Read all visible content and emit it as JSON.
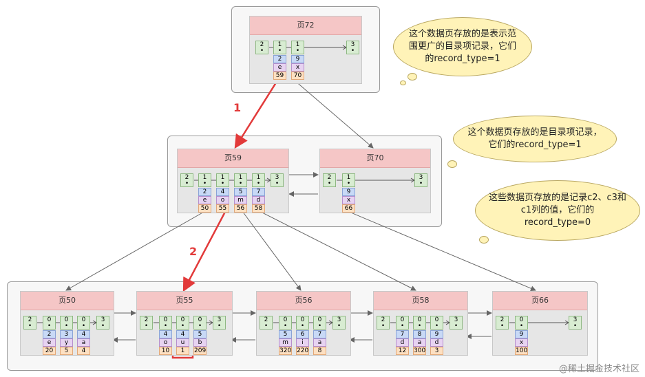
{
  "pages": {
    "p72": {
      "title": "页72",
      "row1": [
        "2",
        "1",
        "1",
        "3"
      ],
      "row2": [
        "2",
        "9"
      ],
      "row3": [
        "e",
        "x"
      ],
      "row4": [
        "59",
        "70"
      ]
    },
    "p59": {
      "title": "页59",
      "row1": [
        "2",
        "1",
        "1",
        "1",
        "1",
        "3"
      ],
      "row2": [
        "2",
        "4",
        "5",
        "7"
      ],
      "row3": [
        "e",
        "o",
        "m",
        "d"
      ],
      "row4": [
        "50",
        "55",
        "56",
        "58"
      ]
    },
    "p70": {
      "title": "页70",
      "row1": [
        "2",
        "1",
        "3"
      ],
      "row2": [
        "9"
      ],
      "row3": [
        "x"
      ],
      "row4": [
        "66"
      ]
    },
    "p50": {
      "title": "页50",
      "row1": [
        "2",
        "0",
        "0",
        "0",
        "3"
      ],
      "row2": [
        "2",
        "3",
        "4"
      ],
      "row3": [
        "e",
        "y",
        "a"
      ],
      "row4": [
        "20",
        "5",
        "4"
      ]
    },
    "p55": {
      "title": "页55",
      "row1": [
        "2",
        "0",
        "0",
        "0",
        "3"
      ],
      "row2": [
        "4",
        "4",
        "5"
      ],
      "row3": [
        "o",
        "u",
        "b"
      ],
      "row4": [
        "10",
        "1",
        "209"
      ]
    },
    "p56": {
      "title": "页56",
      "row1": [
        "2",
        "0",
        "0",
        "0",
        "3"
      ],
      "row2": [
        "5",
        "6",
        "7"
      ],
      "row3": [
        "m",
        "i",
        "a"
      ],
      "row4": [
        "320",
        "220",
        "8"
      ]
    },
    "p58": {
      "title": "页58",
      "row1": [
        "2",
        "0",
        "0",
        "0",
        "3"
      ],
      "row2": [
        "7",
        "8",
        "9"
      ],
      "row3": [
        "d",
        "a",
        "d"
      ],
      "row4": [
        "12",
        "300",
        "3"
      ]
    },
    "p66": {
      "title": "页66",
      "row1": [
        "2",
        "0",
        "3"
      ],
      "row2": [
        "9"
      ],
      "row3": [
        "x"
      ],
      "row4": [
        "100"
      ]
    }
  },
  "callouts": {
    "top": "这个数据页存放的是表示范围更广的目录项记录，它们的record_type=1",
    "middle": "这个数据页存放的是目录项记录，它们的record_type=1",
    "bottom": "这些数据页存放的是记录c2、c3和c1列的值，它们的record_type=0"
  },
  "steps": {
    "one": "1",
    "two": "2"
  },
  "watermark": "@稀土掘金技术社区",
  "colors": {
    "highlight": "#e23a3a",
    "title_bar": "#f5c6c6",
    "record_green": "#d8ecd2",
    "callout": "#fff3b8"
  }
}
